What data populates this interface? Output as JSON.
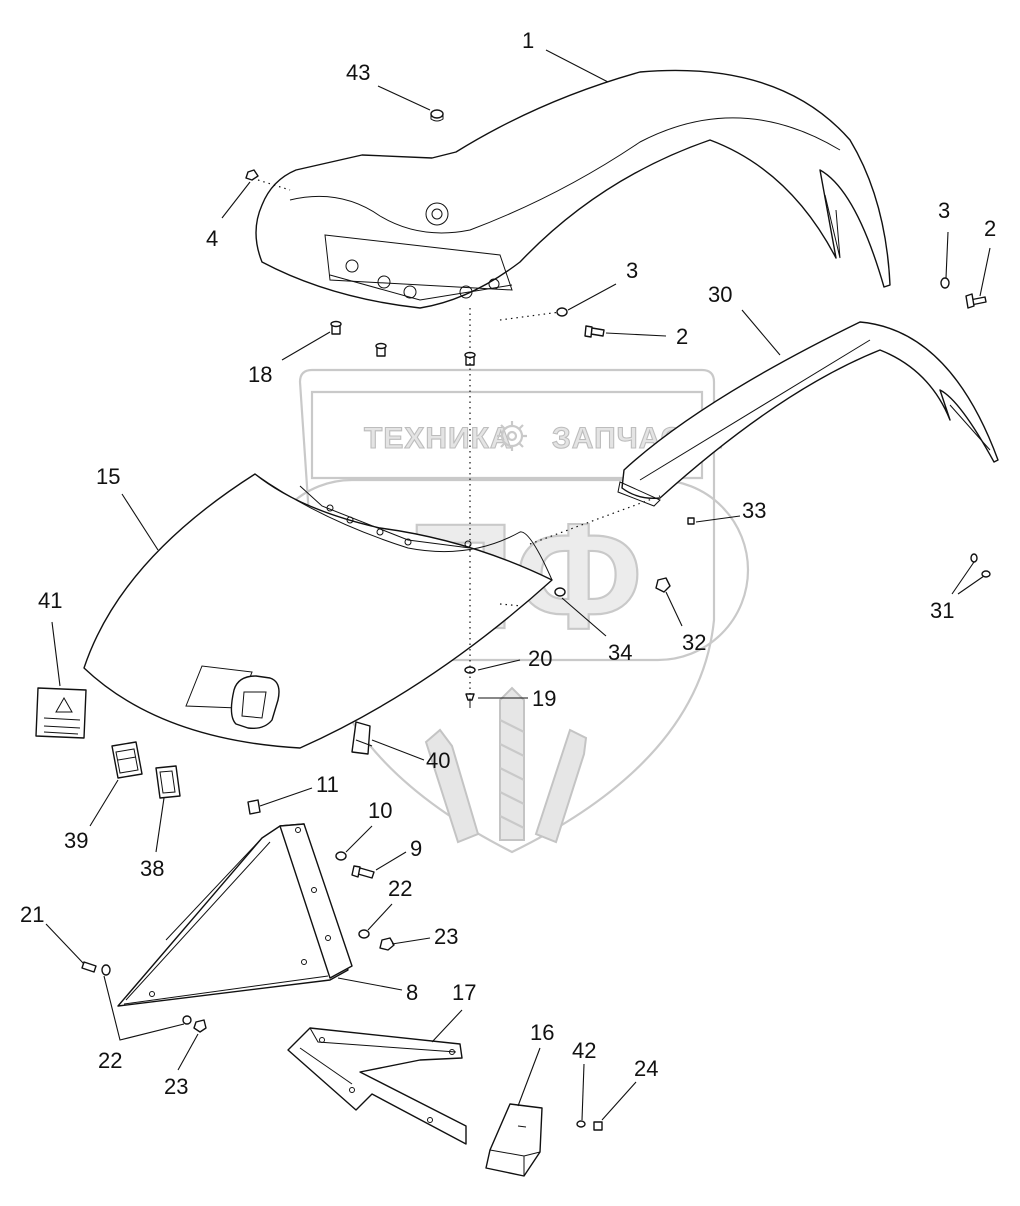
{
  "watermark": {
    "text_left": "ТЕХНИКА",
    "text_right": "ЗАПЧАСТИ",
    "monogram": "ЭПФ"
  },
  "callouts": {
    "c1": "1",
    "c43": "43",
    "c4": "4",
    "c3a": "3",
    "c2a": "2",
    "c3b": "3",
    "c2b": "2",
    "c30": "30",
    "c18": "18",
    "c15": "15",
    "c33": "33",
    "c31": "31",
    "c34": "34",
    "c32": "32",
    "c20": "20",
    "c41": "41",
    "c19": "19",
    "c40": "40",
    "c11": "11",
    "c10": "10",
    "c39": "39",
    "c38": "38",
    "c9": "9",
    "c22a": "22",
    "c21": "21",
    "c23a": "23",
    "c8": "8",
    "c17": "17",
    "c16": "16",
    "c42": "42",
    "c24": "24",
    "c22b": "22",
    "c23b": "23"
  }
}
